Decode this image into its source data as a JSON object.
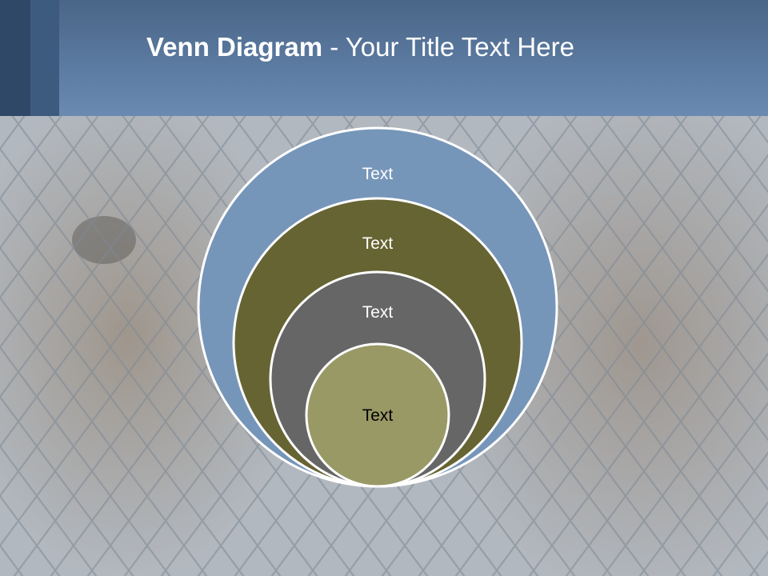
{
  "slide": {
    "title_bold": "Venn Diagram",
    "title_rest": " - Your Title Text Here"
  },
  "diagram": {
    "type": "nested-circles",
    "circles": [
      {
        "label": "Text",
        "fill": "#7696b9",
        "text_color": "#ffffff"
      },
      {
        "label": "Text",
        "fill": "#666433",
        "text_color": "#ffffff"
      },
      {
        "label": "Text",
        "fill": "#666666",
        "text_color": "#ffffff"
      },
      {
        "label": "Text",
        "fill": "#999966",
        "text_color": "#000000"
      }
    ],
    "outline_color": "#ffffff"
  },
  "colors": {
    "header": "#5b7aa0",
    "header_stripe_dark": "#2f4868",
    "header_stripe_mid": "#3d5a7f",
    "title_text": "#ffffff"
  }
}
